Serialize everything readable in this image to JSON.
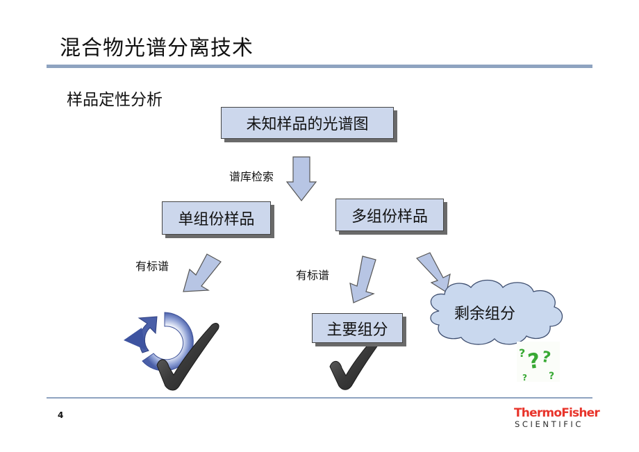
{
  "header": {
    "title": "混合物光谱分离技术"
  },
  "section": {
    "subtitle": "样品定性分析"
  },
  "flow": {
    "unknown_sample": "未知样品的光谱图",
    "search_label": "谱库检索",
    "single_component": "单组份样品",
    "multi_component": "多组份样品",
    "has_standard_left": "有标谱",
    "has_standard_right": "有标谱",
    "major_component": "主要组分",
    "residual_component": "剩余组分"
  },
  "footer": {
    "page_number": "4",
    "logo_line1": "ThermoFisher",
    "logo_line2": "SCIENTIFIC"
  },
  "colors": {
    "box_fill": "#ccd7ec",
    "arrow_fill": "#b7c5e4",
    "rule": "#8ea3c0",
    "check": "#3a3a3a",
    "question_mark": "#39a935",
    "logo_red": "#e8332a"
  },
  "icons": [
    "refresh-icon",
    "checkmark-icon",
    "question-marks-icon"
  ]
}
